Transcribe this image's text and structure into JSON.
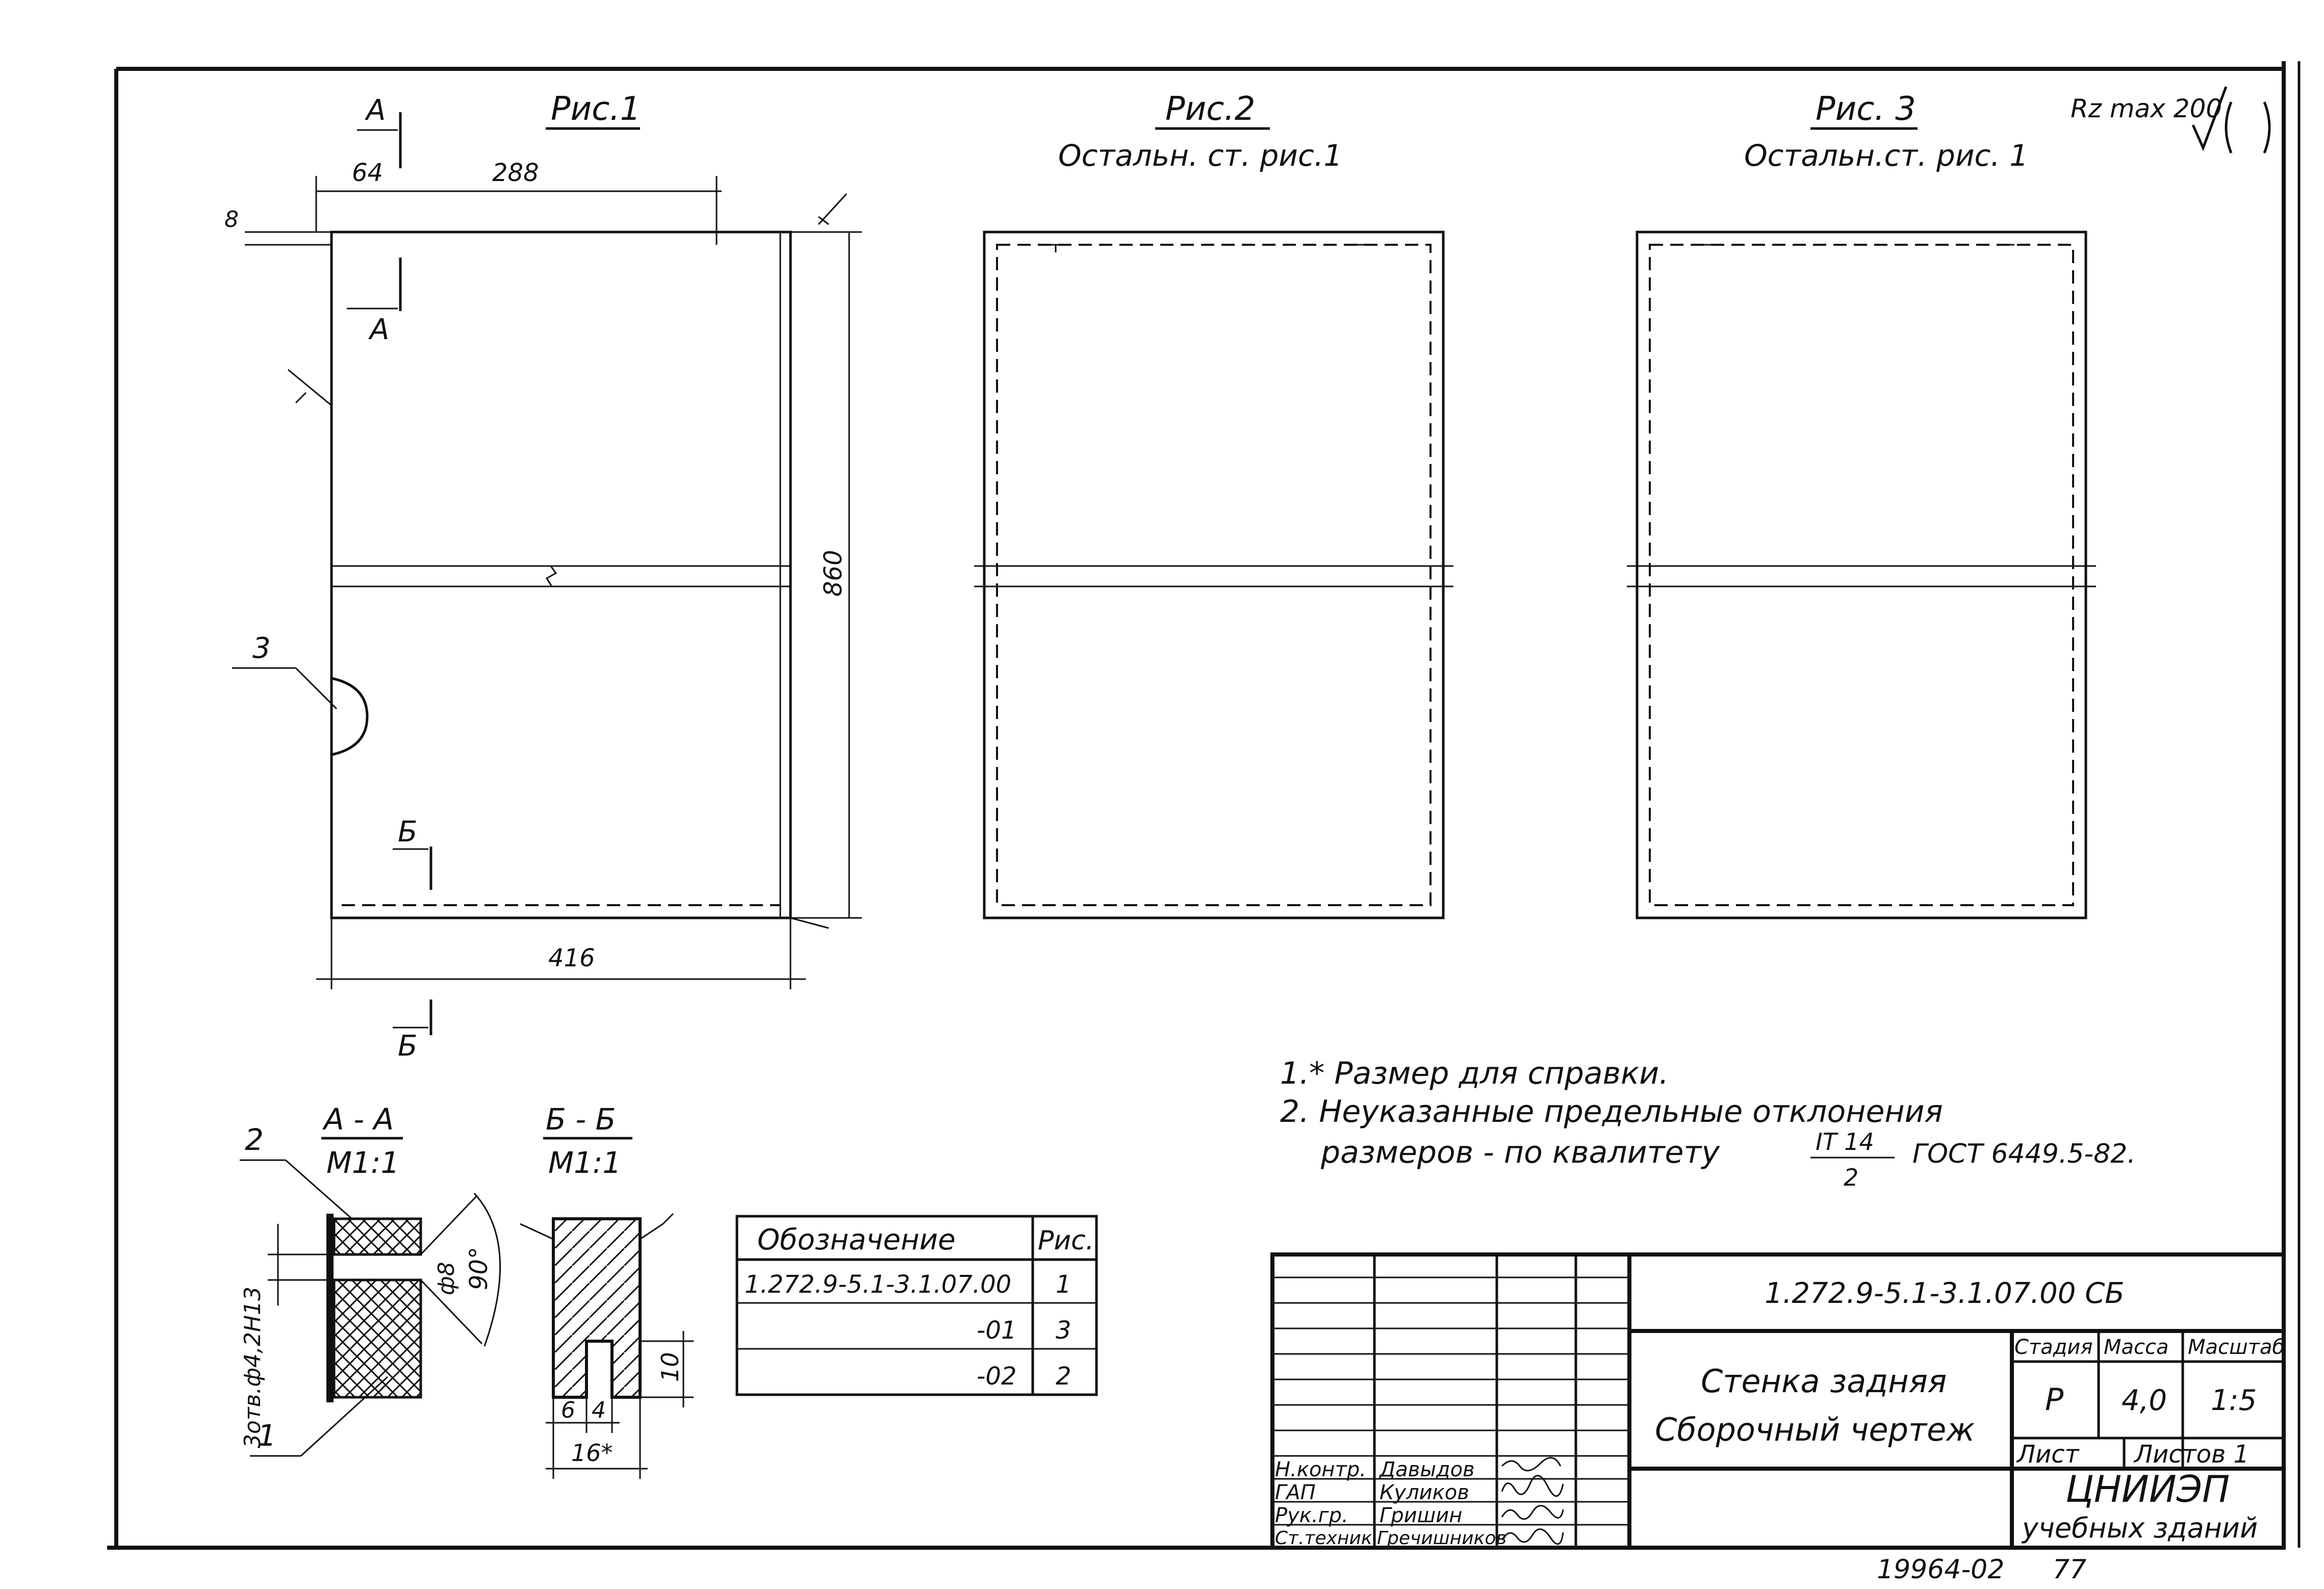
{
  "views": {
    "fig1": {
      "title": "Рис.1",
      "section_mark_a": "А",
      "section_mark_b": "Б",
      "dim_offset": "64",
      "dim_hole_pos": "288",
      "dim_top_gap": "8",
      "dim_height": "860",
      "dim_width": "416",
      "callout_3": "3"
    },
    "fig2": {
      "title": "Рис.2",
      "subtitle": "Остальн. ст. рис.1"
    },
    "fig3": {
      "title": "Рис. 3",
      "subtitle": "Остальн.ст. рис. 1"
    }
  },
  "roughness": {
    "label": "Rz max 200"
  },
  "sections": {
    "aa": {
      "title": "А - А",
      "scale": "М1:1",
      "callout_1": "1",
      "callout_2": "2",
      "holes_note": "3отв.ф4,2Н13",
      "dim_hole_dia": "ф8",
      "dim_angle": "90°"
    },
    "bb": {
      "title": "Б - Б",
      "scale": "М1:1",
      "dim_6": "6",
      "dim_4": "4",
      "dim_10": "10",
      "dim_16": "16*"
    }
  },
  "notes": {
    "n1": "1.* Размер для справки.",
    "n2": "2. Неуказанные предельные отклонения",
    "n2b_pre": "размеров - по квалитету",
    "n2b_num": "IT 14",
    "n2b_den": "2",
    "n2b_post": "ГОСТ 6449.5-82."
  },
  "spec_table": {
    "headers": [
      "Обозначение",
      "Рис."
    ],
    "rows": [
      [
        "1.272.9-5.1-3.1.07.00",
        "1"
      ],
      [
        "-01",
        "3"
      ],
      [
        "-02",
        "2"
      ]
    ]
  },
  "title_block": {
    "doc_code": "1.272.9-5.1-3.1.07.00 СБ",
    "name_line1": "Стенка задняя",
    "name_line2": "Сборочный чертеж",
    "stage_label": "Стадия",
    "mass_label": "Масса",
    "scale_label": "Масштаб",
    "stage": "Р",
    "mass": "4,0",
    "scale": "1:5",
    "sheet_label": "Лист",
    "sheets_label": "Листов 1",
    "org1": "ЦНИИЭП",
    "org2": "учебных зданий",
    "roles": [
      {
        "role": "Н.контр.",
        "name": "Давыдов"
      },
      {
        "role": "ГАП",
        "name": "Куликов"
      },
      {
        "role": "Рук.гр.",
        "name": "Гришин"
      },
      {
        "role": "Ст.техник",
        "name": "Гречишников"
      }
    ]
  },
  "footer": {
    "number": "19964-02",
    "page": "77"
  }
}
